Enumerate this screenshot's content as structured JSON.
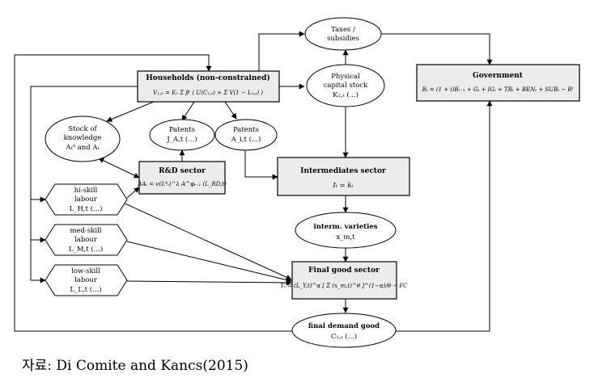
{
  "nodes": {
    "households": {
      "title": "Households (non-constrained)",
      "formula": "V₁,₀ = E₀ Σ βᵗ ( U(C₁,ₜ) + Σ V(1 − L₁,ₜ) )"
    },
    "taxes": {
      "line1": "Taxes /",
      "line2": "subsidies"
    },
    "physical_capital": {
      "line1": "Physical",
      "line2": "capital stock",
      "line3": "K₁,ₜ (...)"
    },
    "government": {
      "title": "Government",
      "formula": "Bₜ = (1 + i)Bₜ₋₁ + Gₜ + IGₜ + TRₜ + BENₜ + SUBₜ − Rᵗ"
    },
    "stock_knowledge": {
      "line1": "Stock of",
      "line2": "knowledge",
      "line3": "Aₜᵈ and Aₜ"
    },
    "patents_j": {
      "line1": "Patents",
      "line2": "J_A,t (...)"
    },
    "patents_a": {
      "line1": "Patents",
      "line2": "A_i,t (...)"
    },
    "rd_sector": {
      "title": "R&D sector",
      "formula": "ΔAₜ = ν(Lᴬₜ)^λ A^φₜ₋₁ (L_RD,t)"
    },
    "intermediates": {
      "title": "Intermediates sector",
      "formula": "Iₜ = kₜ"
    },
    "hi_skill": {
      "line1": "hi-skill",
      "line2": "labour",
      "line3": "L_H,t (...)"
    },
    "interm_varieties": {
      "line1": "interm. varieties",
      "line2": "x_m,t"
    },
    "med_skill": {
      "line1": "med-skill",
      "line2": "labour",
      "line3": "L_M,t (...)"
    },
    "final_good_sector": {
      "title": "Final good sector",
      "formula": "Yₜ = (L_Y,t)^α [ Σ (x_m,t)^θ ]^(1−α)/θ − FC"
    },
    "low_skill": {
      "line1": "low-skill",
      "line2": "labour",
      "line3": "L_L,t (...)"
    },
    "final_demand": {
      "line1": "final demand good",
      "line2": "C₁,ₜ (...)"
    }
  },
  "caption": "자료: Di Comite and Kancs(2015)"
}
